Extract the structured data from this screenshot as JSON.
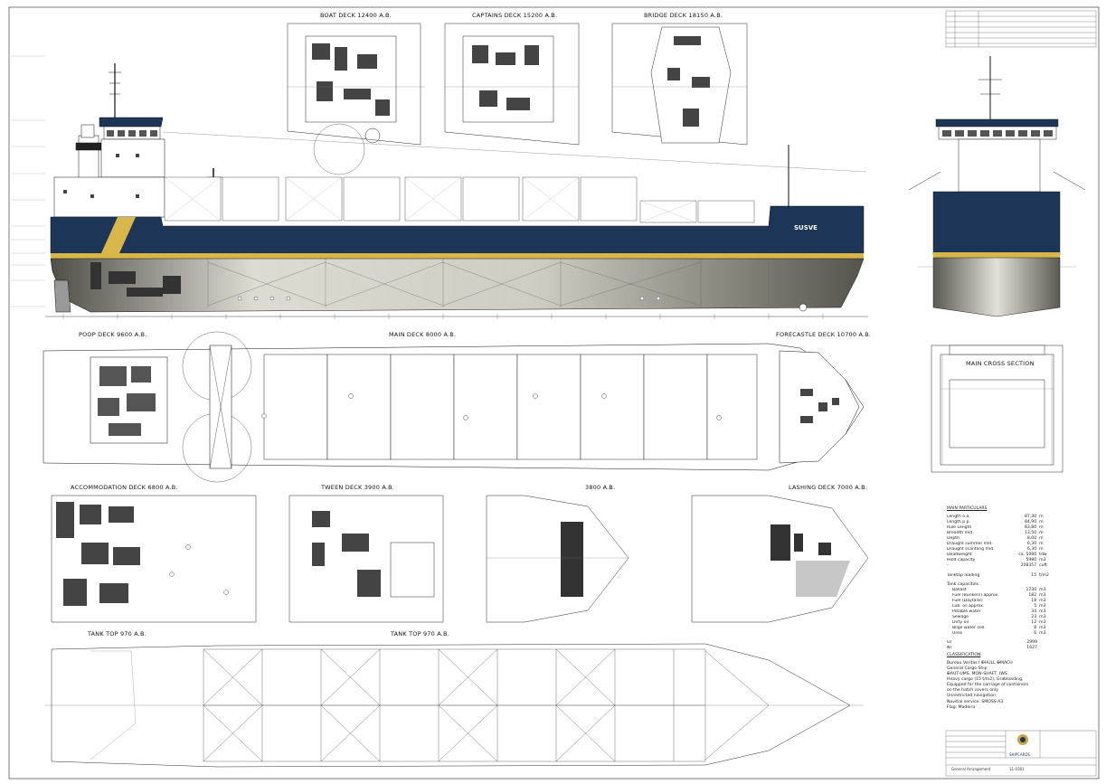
{
  "views": {
    "boat_deck": "BOAT DECK 12400 A.B.",
    "captains_deck": "CAPTAINS DECK 15200 A.B.",
    "bridge_deck": "BRIDGE DECK 18150 A.B.",
    "poop_deck": "POOP DECK 9600 A.B.",
    "main_deck": "MAIN DECK 8000 A.B.",
    "forecastle_deck": "FORECASTLE DECK 10700 A.B.",
    "main_cross_section": "MAIN CROSS SECTION",
    "accommodation_deck": "ACCOMMODATION DECK 6800 A.B.",
    "tween_deck": "TWEEN DECK 3900 A.B.",
    "deck_3800": "3800 A.B.",
    "lashing_deck": "LASHING DECK 7000 A.B.",
    "tank_top_left": "TANK TOP 970 A.B.",
    "tank_top_right": "TANK TOP 970 A.B."
  },
  "main_particulars": {
    "title": "MAIN PARTICULARS",
    "rows": [
      {
        "k": "Length o.a.",
        "v": "87,30",
        "u": "m"
      },
      {
        "k": "Length p.p.",
        "v": "84,90",
        "u": "m"
      },
      {
        "k": "Rule Length",
        "v": "83,80",
        "u": "m"
      },
      {
        "k": "Breadth mld.",
        "v": "13,50",
        "u": "m"
      },
      {
        "k": "Depth",
        "v": "8,00",
        "u": "m"
      },
      {
        "k": "Draught summer mld.",
        "v": "6,30",
        "u": "m"
      },
      {
        "k": "Draught scantling mld.",
        "v": "6,30",
        "u": "m"
      },
      {
        "k": "Deadweight",
        "v": "ca. 5080",
        "u": "tdw"
      },
      {
        "k": "Hold capacity",
        "v": "5980",
        "u": "m3"
      },
      {
        "k": "-",
        "v": "208357",
        "u": "cuft"
      }
    ],
    "tanktop_loading": {
      "k": "Tanktop loading",
      "v": "15",
      "u": "t/m2"
    },
    "tanks_title": "Tank capacities",
    "tanks": [
      {
        "k": "Ballast",
        "v": "1730",
        "u": "m3"
      },
      {
        "k": "Fuel (Bunkers) approx.",
        "v": "182",
        "u": "m3"
      },
      {
        "k": "Fuel (Daytank)",
        "v": "18",
        "u": "m3"
      },
      {
        "k": "Lub. oil approx.",
        "v": "5",
        "u": "m3"
      },
      {
        "k": "Potable water",
        "v": "34",
        "u": "m3"
      },
      {
        "k": "Sewage",
        "v": "23",
        "u": "m3"
      },
      {
        "k": "Dirty oil",
        "v": "12",
        "u": "m3"
      },
      {
        "k": "Bilge water coll.",
        "v": "8",
        "u": "m3"
      },
      {
        "k": "Urea",
        "v": "6",
        "u": "m3"
      }
    ],
    "gt": {
      "k": "GT",
      "v": "2999"
    },
    "nt": {
      "k": "NT",
      "v": "1627"
    },
    "classification_title": "CLASSIFICATION",
    "classification": [
      "Bureau Veritas I ✠HULL ✠MACH",
      "General Cargo Ship",
      "✠AUT-UMS, MON-SHAFT, IWS",
      "Heavy cargo (15 t/m2), Grabloading,",
      "Equipped for the carriage of containers",
      "on the hatch covers only",
      "Unrestricted navigation",
      "Navitial service: SMOSS-A3",
      "Flag: Madeira"
    ]
  },
  "title_block": {
    "company": "SHIPCARDS",
    "drawing": "General Arrangement",
    "number": "11-0301"
  },
  "hull_marking": "SUSVE",
  "colors": {
    "hull_blue": "#1d3557",
    "stripe_yellow": "#d9b64a",
    "lower_hull": "#bcb9ad",
    "line": "#111111"
  }
}
